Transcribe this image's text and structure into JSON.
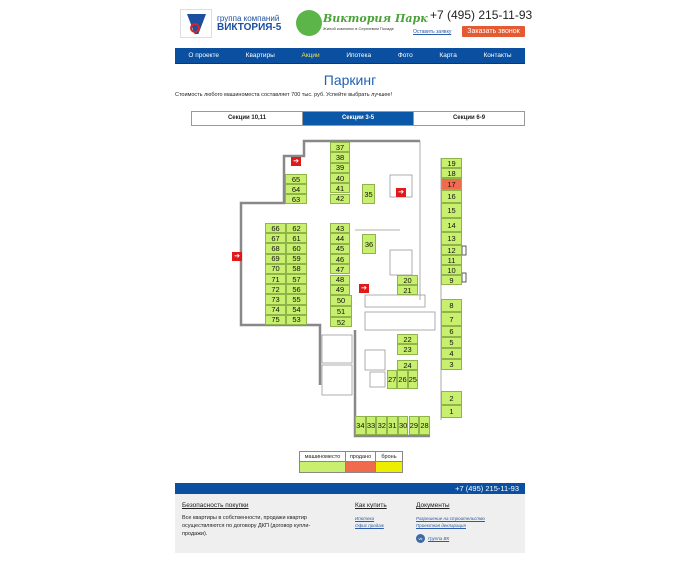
{
  "header": {
    "brand1_top": "группа компаний",
    "brand1_name": "ВИКТОРИЯ-5",
    "brand2_name": "Виктория Парк",
    "brand2_sub": "Жилой комплекс в Сергиевом Посаде",
    "phone": "+7 (495) 215-11-93",
    "leave_request": "Оставить заявку",
    "callback_button": "Заказать звонок"
  },
  "nav": [
    {
      "label": "О проекте",
      "active": false
    },
    {
      "label": "Квартиры",
      "active": false
    },
    {
      "label": "Акции",
      "active": true
    },
    {
      "label": "Ипотека",
      "active": false
    },
    {
      "label": "Фото",
      "active": false
    },
    {
      "label": "Карта",
      "active": false
    },
    {
      "label": "Контакты",
      "active": false
    }
  ],
  "page": {
    "title": "Паркинг",
    "intro": "Стоимость любого машиноместа составляет 700 тыс. руб. Успейте выбрать лучшее!",
    "tabs": [
      {
        "label": "Секции 10,11",
        "selected": false
      },
      {
        "label": "Секции 3-5",
        "selected": true
      },
      {
        "label": "Секции 6-9",
        "selected": false
      }
    ]
  },
  "colors": {
    "free": "#c8f06e",
    "sold": "#f06a4e",
    "reserved": "#eded00",
    "brand": "#0b4fa0"
  },
  "spots": [
    {
      "label": "1",
      "status": "free"
    },
    {
      "label": "2",
      "status": "free"
    },
    {
      "label": "3",
      "status": "free"
    },
    {
      "label": "4",
      "status": "free"
    },
    {
      "label": "5",
      "status": "free"
    },
    {
      "label": "6",
      "status": "free"
    },
    {
      "label": "7",
      "status": "free"
    },
    {
      "label": "8",
      "status": "free"
    },
    {
      "label": "9",
      "status": "free"
    },
    {
      "label": "10",
      "status": "free"
    },
    {
      "label": "11",
      "status": "free"
    },
    {
      "label": "12",
      "status": "free"
    },
    {
      "label": "13",
      "status": "free"
    },
    {
      "label": "14",
      "status": "free"
    },
    {
      "label": "15",
      "status": "free"
    },
    {
      "label": "16",
      "status": "free"
    },
    {
      "label": "17",
      "status": "sold"
    },
    {
      "label": "18",
      "status": "free"
    },
    {
      "label": "19",
      "status": "free"
    },
    {
      "label": "20",
      "status": "free"
    },
    {
      "label": "21",
      "status": "free"
    },
    {
      "label": "22",
      "status": "free"
    },
    {
      "label": "23",
      "status": "free"
    },
    {
      "label": "24",
      "status": "free"
    },
    {
      "label": "25",
      "status": "free"
    },
    {
      "label": "26",
      "status": "free"
    },
    {
      "label": "27",
      "status": "free"
    },
    {
      "label": "28",
      "status": "free"
    },
    {
      "label": "29",
      "status": "free"
    },
    {
      "label": "30",
      "status": "free"
    },
    {
      "label": "31",
      "status": "free"
    },
    {
      "label": "32",
      "status": "free"
    },
    {
      "label": "33",
      "status": "free"
    },
    {
      "label": "34",
      "status": "free"
    },
    {
      "label": "35",
      "status": "free"
    },
    {
      "label": "36",
      "status": "free"
    },
    {
      "label": "37",
      "status": "free"
    },
    {
      "label": "38",
      "status": "free"
    },
    {
      "label": "39",
      "status": "free"
    },
    {
      "label": "40",
      "status": "free"
    },
    {
      "label": "41",
      "status": "free"
    },
    {
      "label": "42",
      "status": "free"
    },
    {
      "label": "43",
      "status": "free"
    },
    {
      "label": "44",
      "status": "free"
    },
    {
      "label": "45",
      "status": "free"
    },
    {
      "label": "46",
      "status": "free"
    },
    {
      "label": "47",
      "status": "free"
    },
    {
      "label": "48",
      "status": "free"
    },
    {
      "label": "49",
      "status": "free"
    },
    {
      "label": "50",
      "status": "free"
    },
    {
      "label": "51",
      "status": "free"
    },
    {
      "label": "52",
      "status": "free"
    },
    {
      "label": "53",
      "status": "free"
    },
    {
      "label": "54",
      "status": "free"
    },
    {
      "label": "55",
      "status": "free"
    },
    {
      "label": "56",
      "status": "free"
    },
    {
      "label": "57",
      "status": "free"
    },
    {
      "label": "58",
      "status": "free"
    },
    {
      "label": "59",
      "status": "free"
    },
    {
      "label": "60",
      "status": "free"
    },
    {
      "label": "61",
      "status": "free"
    },
    {
      "label": "62",
      "status": "free"
    },
    {
      "label": "63",
      "status": "free"
    },
    {
      "label": "64",
      "status": "free"
    },
    {
      "label": "65",
      "status": "free"
    },
    {
      "label": "66",
      "status": "free"
    },
    {
      "label": "67",
      "status": "free"
    },
    {
      "label": "68",
      "status": "free"
    },
    {
      "label": "69",
      "status": "free"
    },
    {
      "label": "70",
      "status": "free"
    },
    {
      "label": "71",
      "status": "free"
    },
    {
      "label": "72",
      "status": "free"
    },
    {
      "label": "73",
      "status": "free"
    },
    {
      "label": "74",
      "status": "free"
    },
    {
      "label": "75",
      "status": "free"
    }
  ],
  "legend": {
    "free": "машиноместо",
    "sold": "продано",
    "reserved": "бронь"
  },
  "footer": {
    "phone": "+7 (495) 215-11-93",
    "safety_title": "Безопасность покупки",
    "safety_text": "Все квартиры в собственности, продажи квартир осуществляются по договору ДКП (договор купли-продажи).",
    "how_title": "Как купить",
    "how_links": [
      "Ипотека",
      "Офис продаж"
    ],
    "docs_title": "Документы",
    "docs_links": [
      "Разрешение на строительство",
      "Проектная декларация"
    ],
    "vk_label": "Группа ВК",
    "vk_icon": "vk"
  }
}
